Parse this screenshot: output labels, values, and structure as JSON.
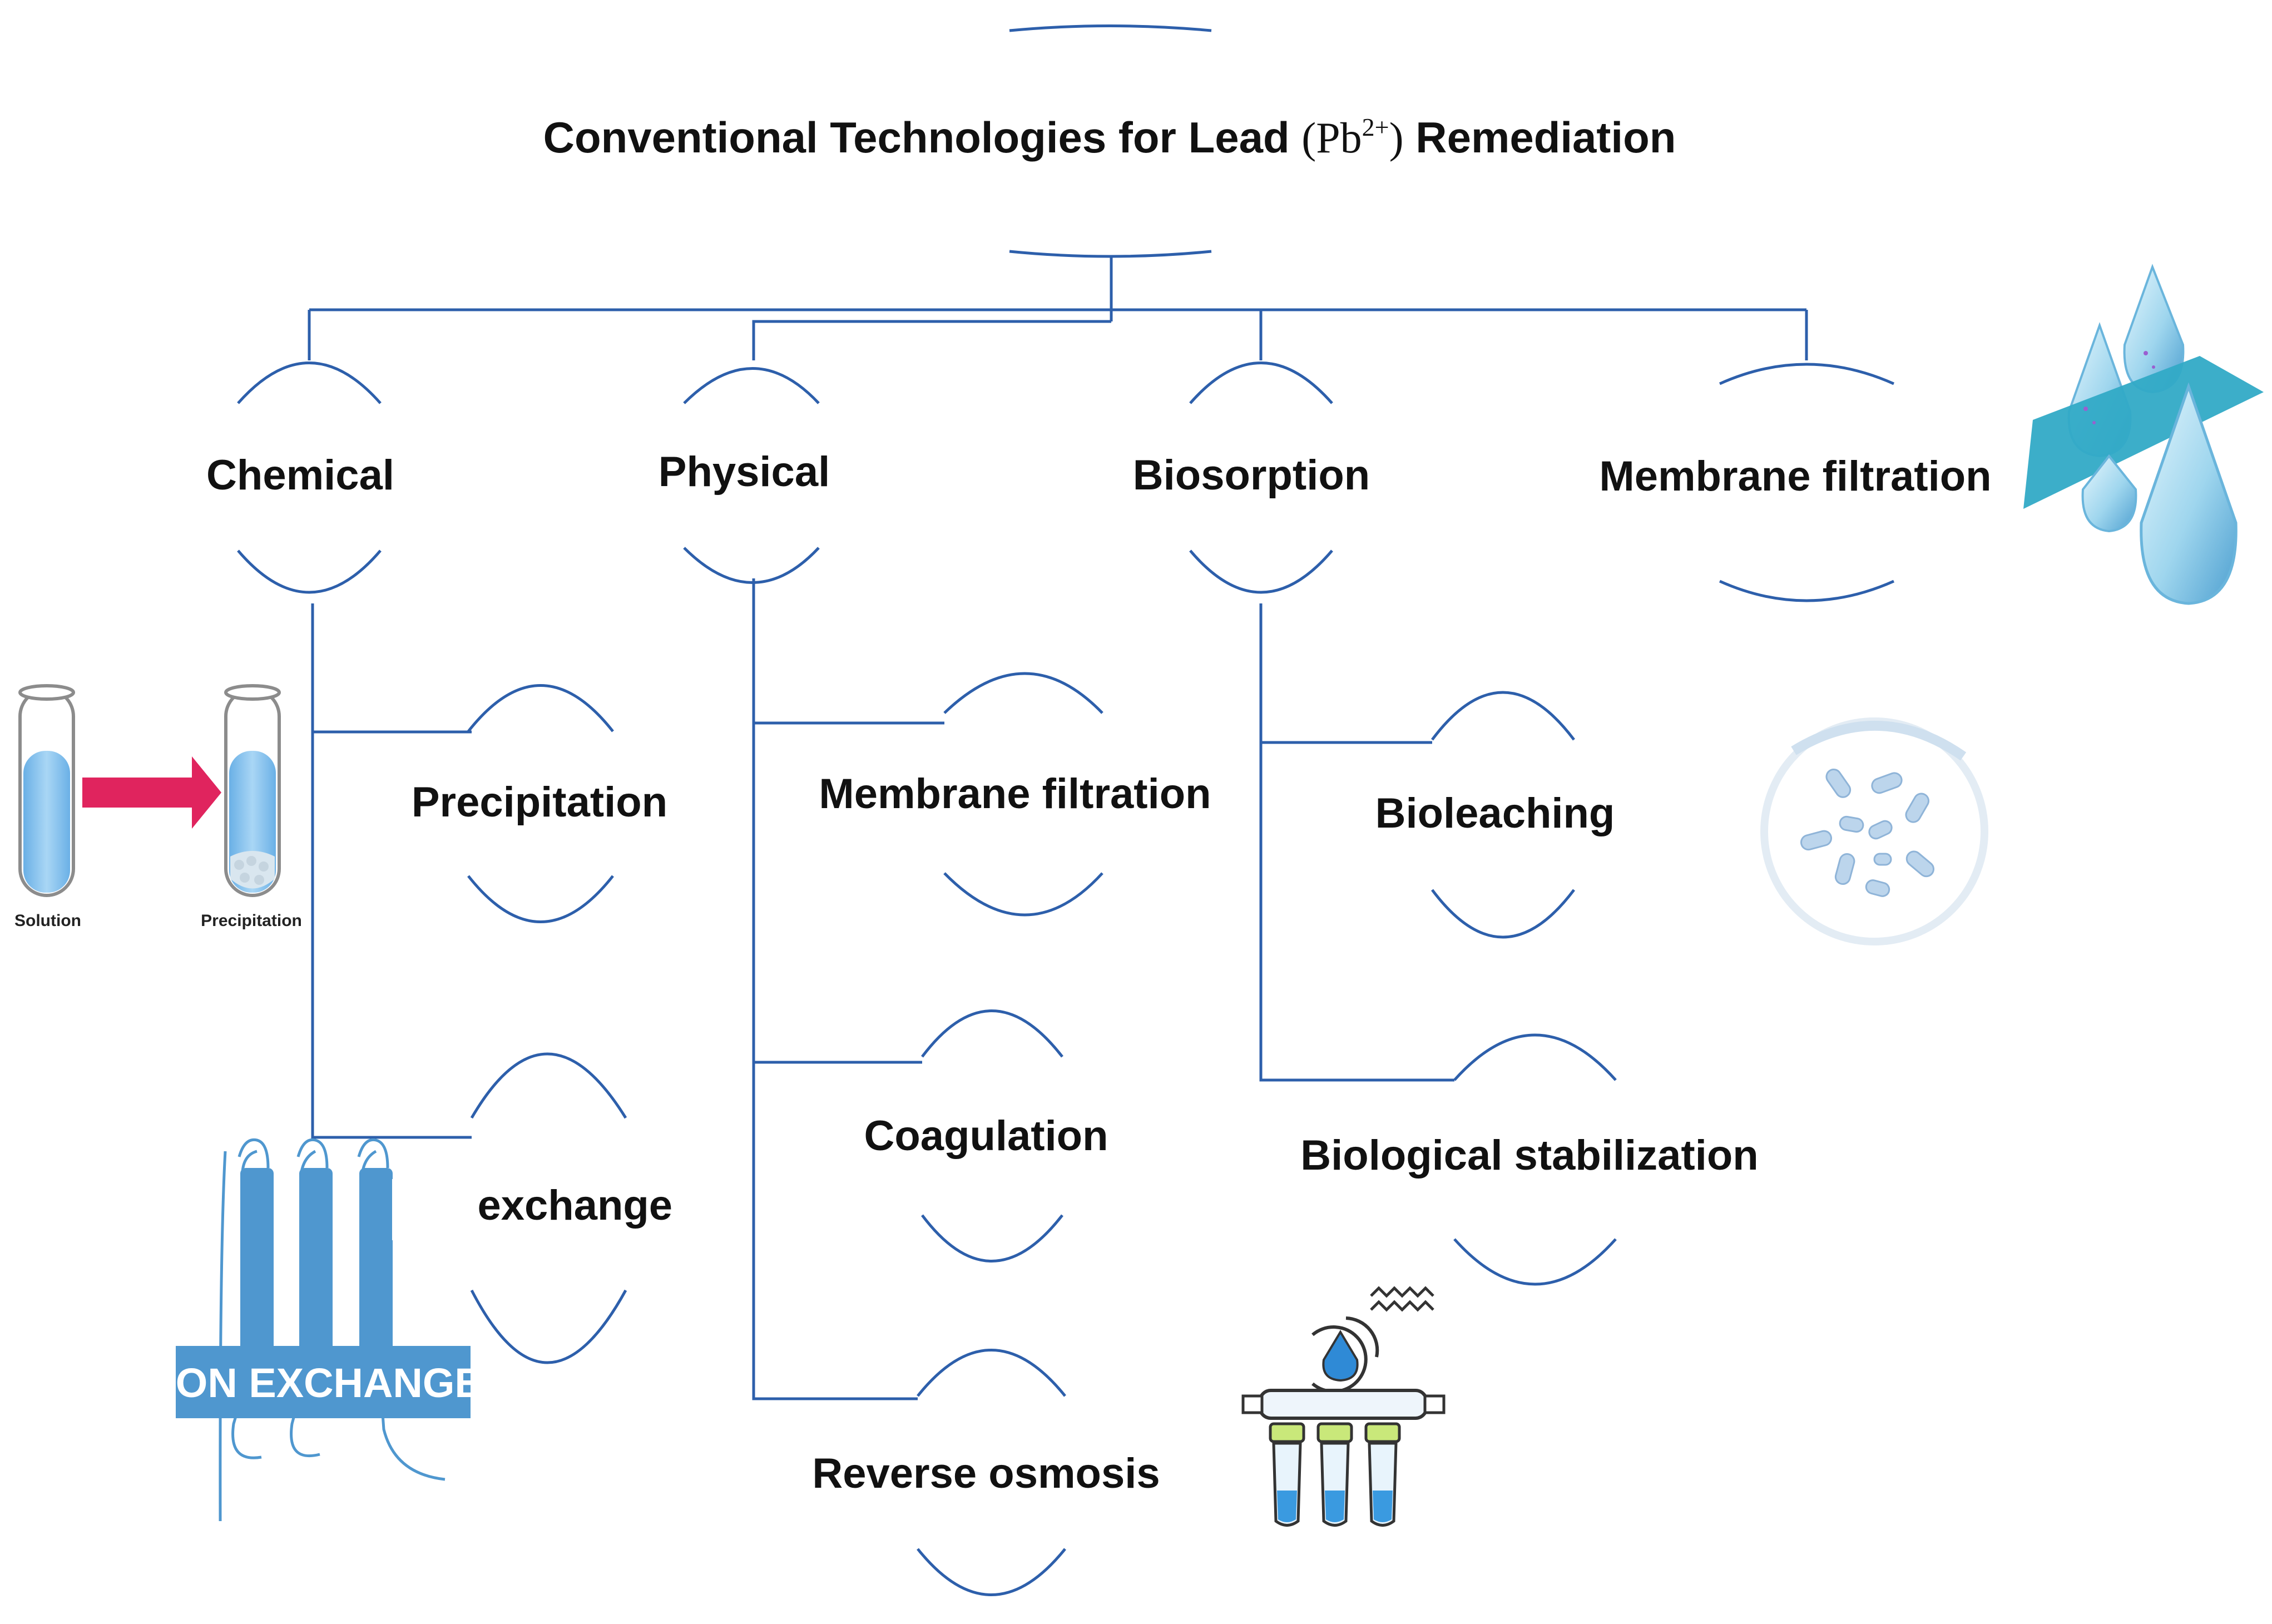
{
  "root": {
    "title_before": "Conventional Technologies for Lead",
    "formula_main": "Pb",
    "formula_sup": "2+",
    "title_after": "Remediation",
    "paren_open": "(",
    "paren_close": ")"
  },
  "categories": {
    "chemical": "Chemical",
    "physical": "Physical",
    "biosorption": "Biosorption",
    "membrane": "Membrane filtration"
  },
  "chemical_children": {
    "precipitation": "Precipitation",
    "ion_exchange": "n exchange"
  },
  "physical_children": {
    "membrane_filtration": "Membrane filtration",
    "coagulation": "Coagulation",
    "reverse_osmosis": "Reverse osmosis"
  },
  "biosorption_children": {
    "bioleaching": "Bioleaching",
    "biological_stabilization": "Biological stabilization"
  },
  "illustrations": {
    "solution_label": "Solution",
    "precipitation_label": "Precipitation",
    "ion_exchange_label": "ION EXCHANGE"
  },
  "colors": {
    "line": "#2d5fab",
    "arrow": "#e0245e",
    "tube_liquid": "#8fc4ec",
    "ion_blue": "#4f97cf",
    "drop_blue": "#8fcde8",
    "plane": "#31aac6"
  }
}
